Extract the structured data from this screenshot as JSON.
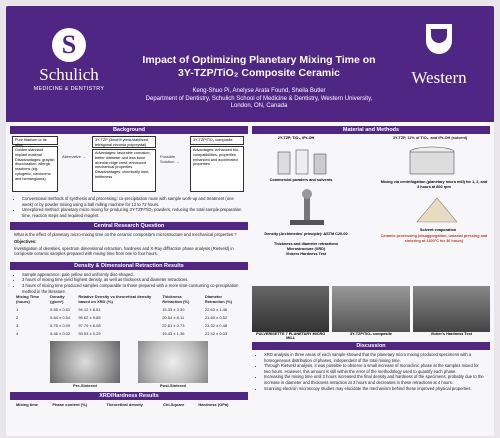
{
  "header": {
    "school_initial": "S",
    "school_name": "Schulich",
    "school_sub": "MEDICINE & DENTISTRY",
    "uni_name": "Western",
    "title_line1": "Impact of Optimizing Planetary Mixing Time on",
    "title_line2": "3Y-TZP/TiO₂ Composite Ceramic",
    "authors": "Keng-Shuo Pi, Anelyse Arata Found, Sheila Butler",
    "affiliation": "Department of Dentistry, Schulich School of Medicine & Dentistry, Western University,",
    "location": "London, ON, Canada"
  },
  "background": {
    "heading": "Background",
    "box_pure_titanium": "Pure titanium or its alloy",
    "box_titanium_detail": "Golden standard implant material Disadvantages: grayish discoloration, allergic reactions (eg. cytogenic, carcinoma and hemangioma)",
    "alternative_label": "Alternative",
    "box_3ytzp": "3Y-TZP (3mol% yttria-stabilized tetragonal zirconia polycrystal)",
    "box_3ytzp_detail": "Advantages: favorable corrosion, better diameter and less bone alveolar ridge crest, enhanced mechanical properties Disadvantages: chemically inert, brittleness",
    "possible_solution": "Possible Solution",
    "box_composite": "3Y-TZP/TiO₂ composite",
    "box_composite_detail": "Advantages: enhanced bio-compatibilities, properties enhanced and accelerated properties",
    "bullet1": "Conventional methods of synthesis and processing: co-precipitation route with sample work-up and treatment (one week) or by powder mixing using a ball milling machine for 12 to 72 hours.",
    "bullet2": "Unexplored method: planetary micro mixing for producing 3Y-TZP/TiO₂ powders, reducing the total sample preparation time, reaction steps and required reagent."
  },
  "question": {
    "heading": "Central Research Question",
    "text": "What is the effect of planetary micro-mixing time on the ceramic composite's microstructure and mechanical properties ?",
    "obj_label": "Objectives:",
    "obj_text": "Investigation of densities, spectrum dimensional retraction, hardness and X-Ray diffraction phase analysis (Rietveld) in composite ceramic samples prepared with mixing time from one to four hours."
  },
  "density": {
    "heading": "Density & Dimensional Retraction Results",
    "bullet1": "Sample appearance: pale yellow and uniformly disc-shaped.",
    "bullet2": "3 hours of mixing time yield highest density, as well as thickness and diameter retractions.",
    "bullet3": "3 hours of mixing time produced samples comparable to those prepared with a more time-consuming co-precipitation method in the literature.",
    "columns": [
      "Mixing Time (hours)",
      "Density (g/cm³)",
      "Relative Density vs theoretical density based on XRD (%)",
      "Thickness Retraction (%)",
      "Diameter Retraction (%)"
    ],
    "rows": [
      [
        "1",
        "5.55 ± 0.51",
        "94.12 ± 8.51",
        "15.33 ± 3.30",
        "22.63 ± 1.46"
      ],
      [
        "2",
        "5.64 ± 0.54",
        "95.62 ± 9.85",
        "20.54 ± 8.11",
        "21.60 ± 0.52"
      ],
      [
        "3",
        "5.75 ± 0.09",
        "97.79 ± 6.08",
        "22.61 ± 0.73",
        "23.32 ± 0.48"
      ],
      [
        "4",
        "5.46 ± 0.02",
        "93.03 ± 0.29",
        "19.43 ± 1.36",
        "21.42 ± 0.03"
      ]
    ],
    "pre": "Pre-Sintered",
    "post": "Post-Sintered"
  },
  "xrd": {
    "heading": "XRD/Hardness Results",
    "columns": [
      "Mixing time",
      "Phase content (%)",
      "Theoretical density",
      "Chi-Square",
      "Hardness (GPa)"
    ]
  },
  "materials": {
    "heading": "Material and Methods",
    "precursors": "2Y-TZP, TiO₂, iPr-OH",
    "precursors2": "3Y-TZP, 11% of TiO₂, and iPr-OH (solvent)",
    "step1": "Commercial powders and solvents",
    "step2": "Mixing via centrifugation (planetary micro mill) for 1, 2, and 3 hours at 800 rpm",
    "step3": "Solvent evaporation",
    "step4": "Ceramic processing (disaggregation, uniaxial pressing and sintering at 1300°C for 36 hours)",
    "step5": "Density (Archimedes' principle): ASTM C20-00",
    "step6": "Thickness and diameter retractions",
    "step7": "Microstructure (XRD)",
    "step8": "Vickers Hardness Test",
    "photo1": "PULVERISETTE 7 PLANETARY MICRO MILL",
    "photo2": "3Y-TZP/TiO₂ composite",
    "photo3": "Vicker's Hardness Test"
  },
  "discussion": {
    "heading": "Discussion",
    "bullet1": "XRD analysis in three areas of each sample showed that the planetary micro mixing produced specimens with a homogeneous distribution of phases, independent of the total mixing time.",
    "bullet2": "Through Rietveld analysis, it was possible to observe a small increase of monoclinic phase at the samples mixed for two hours. However, this amount is still within the error of the methodology used to quantify each phase.",
    "bullet3": "Increasing the mixing time until 3 hours increased the final density and hardness of the specimens, probably due to the increase in diameter and thickness retraction at 3 hours and decreases in these retractions at 4 hours.",
    "bullet4": "Scanning electron microscopy studies may elucidate the mechanism behind these improved physical properties."
  }
}
